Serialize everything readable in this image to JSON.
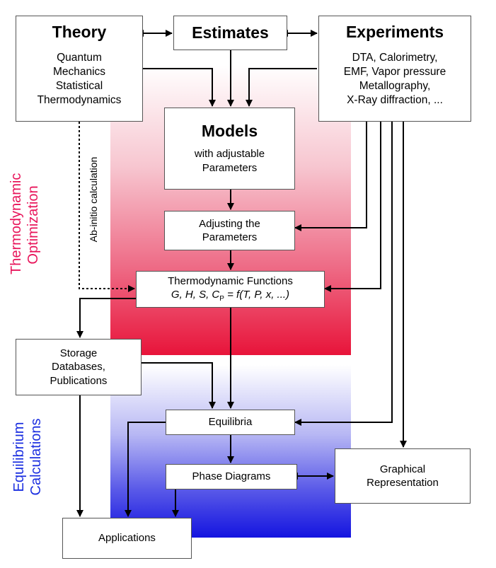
{
  "colors": {
    "optimization_band": "#e8143a",
    "calculation_band": "#1414e0",
    "optimization_label": "#e8145a",
    "calculation_label": "#1a2ee0"
  },
  "boxes": {
    "theory": {
      "title": "Theory",
      "lines": [
        "Quantum",
        "Mechanics",
        "Statistical",
        "Thermodynamics"
      ]
    },
    "estimates": {
      "title": "Estimates"
    },
    "experiments": {
      "title": "Experiments",
      "lines": [
        "DTA, Calorimetry,",
        "EMF, Vapor pressure",
        "Metallography,",
        "X-Ray diffraction, ..."
      ]
    },
    "models": {
      "title": "Models",
      "lines": [
        "with adjustable",
        "Parameters"
      ]
    },
    "adjusting": {
      "lines": [
        "Adjusting the",
        "Parameters"
      ]
    },
    "thermo_functions": {
      "line1": "Thermodynamic Functions",
      "formula": "G, H, S, C",
      "subscript": "P",
      "formula_rest": " = f(T, P, x, ...)"
    },
    "storage": {
      "lines": [
        "Storage",
        "Databases,",
        "Publications"
      ]
    },
    "equilibria": {
      "label": "Equilibria"
    },
    "phase_diagrams": {
      "label": "Phase Diagrams"
    },
    "graphical": {
      "lines": [
        "Graphical",
        "Representation"
      ]
    },
    "applications": {
      "label": "Applications"
    }
  },
  "side_labels": {
    "optimization": [
      "Thermodynamic",
      "Optimization"
    ],
    "calculation": [
      "Equilibrium",
      "Calculations"
    ],
    "ab_initio": "Ab-initio calculation"
  }
}
